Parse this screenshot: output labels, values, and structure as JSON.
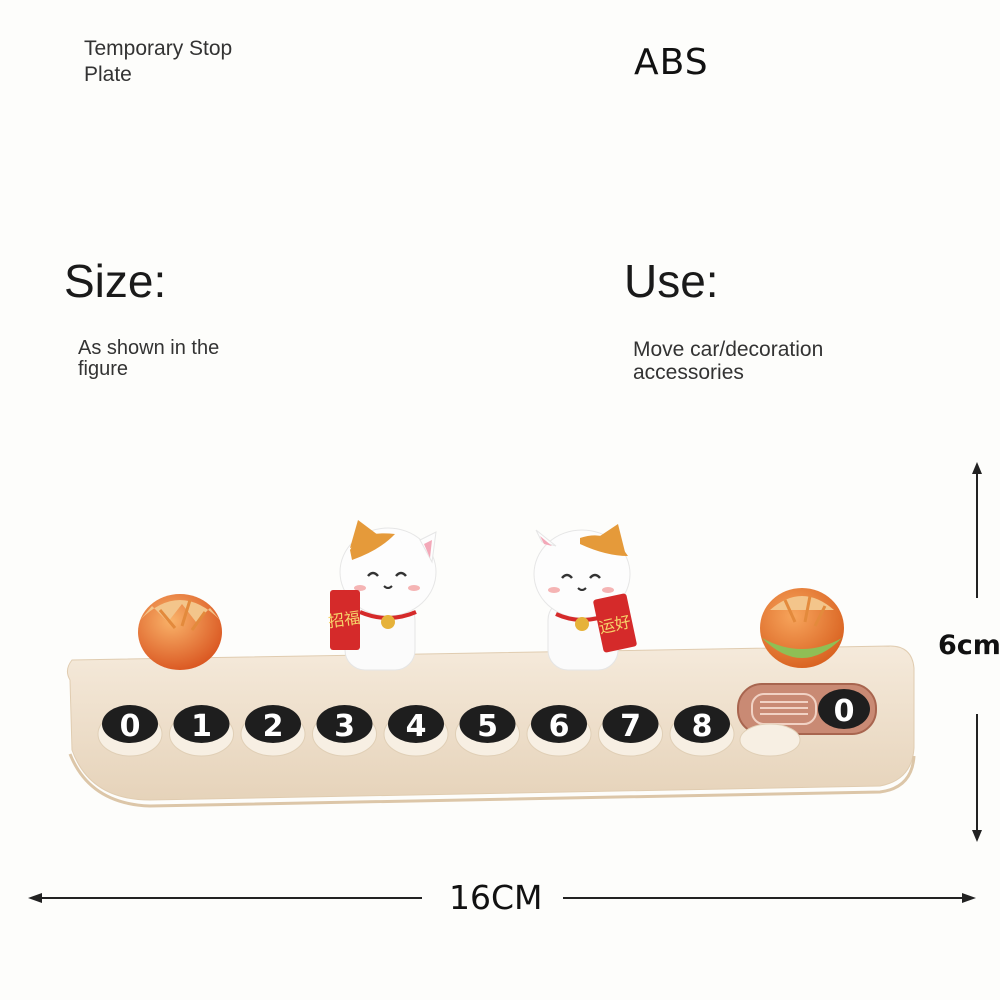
{
  "specs": {
    "material_label": "Temporary Stop Plate",
    "material_value": "ABS",
    "size_heading": "Size:",
    "size_value": "As shown in the figure",
    "use_heading": "Use:",
    "use_value": "Move car/decoration accessories"
  },
  "dimensions": {
    "height": "6cm",
    "width": "16CM"
  },
  "product": {
    "digit_buttons": [
      "0",
      "1",
      "2",
      "3",
      "4",
      "5",
      "6",
      "7",
      "8"
    ],
    "slider_digit": "0",
    "left_tag": "招福",
    "right_tag": "运好"
  },
  "colors": {
    "plate": "#f1e3cf",
    "button": "#1e1e1e",
    "cat_ear": "#e59a3a",
    "tag": "#d52a2a",
    "orange": "#ec7d35",
    "slider": "#c98a74"
  }
}
